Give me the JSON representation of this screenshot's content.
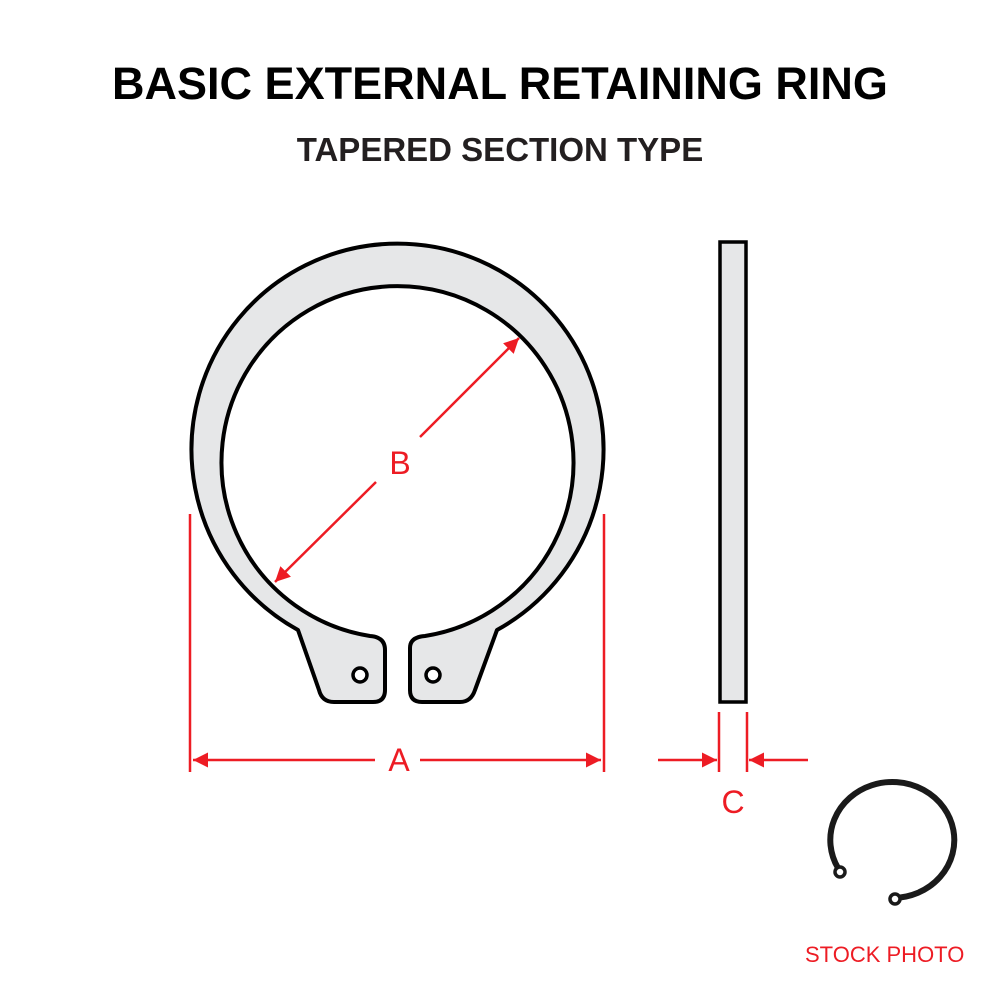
{
  "title": "BASIC EXTERNAL RETAINING RING",
  "subtitle": "TAPERED SECTION TYPE",
  "dimensions": {
    "a": "A",
    "b": "B",
    "c": "C"
  },
  "stock_photo_label": "STOCK PHOTO",
  "colors": {
    "ring_fill": "#e6e7e8",
    "dimension": "#ed1c24",
    "outline": "#000000"
  }
}
